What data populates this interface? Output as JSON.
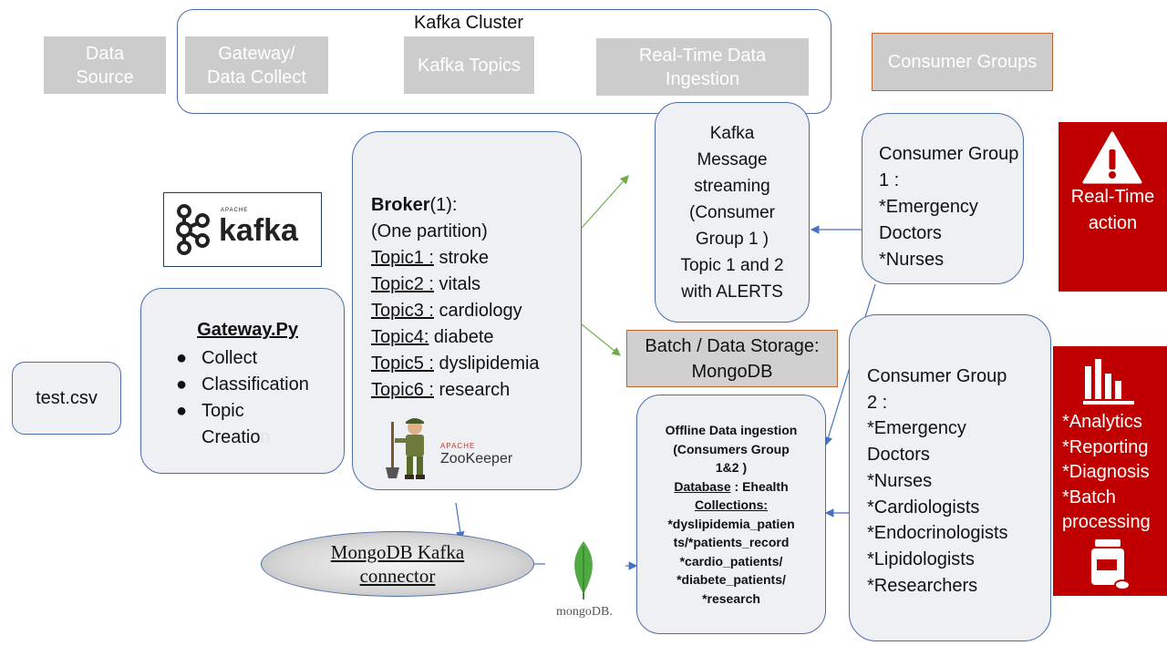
{
  "header": {
    "cluster_title": "Kafka Cluster",
    "data_source": [
      "Data",
      "Source"
    ],
    "gateway": [
      "Gateway/",
      "Data Collect"
    ],
    "kafka_topics": "Kafka Topics",
    "ingestion": [
      "Real-Time Data",
      "Ingestion"
    ],
    "consumer_groups": "Consumer Groups"
  },
  "kafka_logo": {
    "small": "APACHE",
    "word": "kafka"
  },
  "test_csv": "test.csv",
  "gateway_py": {
    "title": "Gateway.Py",
    "items": [
      "Collect",
      "Classification",
      "Topic"
    ],
    "item3_cont": "Creatio",
    "item3_faint": "n"
  },
  "broker": {
    "title_bold": "Broker",
    "title_rest": "(1):",
    "partition": "(One partition)",
    "topics": [
      {
        "name": "Topic1 :",
        "value": " stroke"
      },
      {
        "name": "Topic2 :",
        "value": " vitals"
      },
      {
        "name": "Topic3 :",
        "value": " cardiology"
      },
      {
        "name": "Topic4:",
        "value": " diabete"
      },
      {
        "name": "Topic5 :",
        "value": " dyslipidemia"
      },
      {
        "name": "Topic6 :",
        "value": " research"
      }
    ],
    "zookeeper_small": "APACHE",
    "zookeeper_word": "ZooKeeper"
  },
  "kafka_streaming": {
    "lines": [
      "Kafka",
      "Message",
      "streaming",
      "(Consumer",
      "Group 1 )",
      "Topic 1 and 2",
      "with ALERTS"
    ]
  },
  "batch_storage": {
    "lines": [
      "Batch / Data Storage:",
      "MongoDB"
    ]
  },
  "offline": {
    "lines": [
      "Offline Data ingestion",
      "(Consumers Group",
      "1&2 )"
    ],
    "db_label": "Database",
    "db_value": " : Ehealth",
    "collections_label": "Collections:",
    "collections": [
      "*dyslipidemia_patien",
      "ts/*patients_record",
      "*cardio_patients/",
      "*diabete_patients/",
      "*research"
    ]
  },
  "connector": {
    "lines": [
      "MongoDB Kafka",
      "connector"
    ]
  },
  "mongodb_logo": "mongoDB.",
  "group1": {
    "lines": [
      "Consumer Group",
      "1 :",
      "*Emergency",
      "Doctors",
      "*Nurses"
    ]
  },
  "group2": {
    "lines": [
      "Consumer Group",
      "2 :",
      "*Emergency",
      "Doctors",
      "*Nurses",
      "*Cardiologists",
      "*Endocrinologists",
      "*Lipidologists",
      "*Researchers"
    ]
  },
  "realtime_action": {
    "lines": [
      "Real-Time",
      "action"
    ]
  },
  "analytics": {
    "lines": [
      "*Analytics",
      "*Reporting",
      "*Diagnosis",
      "*Batch",
      "processing"
    ]
  },
  "colors": {
    "box_border": "#4a6ea9",
    "box_fill": "#eef0f4",
    "header_gray": "#cccccc",
    "orange_border": "#c0622b",
    "red_panel": "#c00000",
    "arrow_green": "#70ad47",
    "arrow_blue": "#4472c4",
    "bracket_orange": "#f0b400",
    "mongo_green": "#4faa41"
  }
}
